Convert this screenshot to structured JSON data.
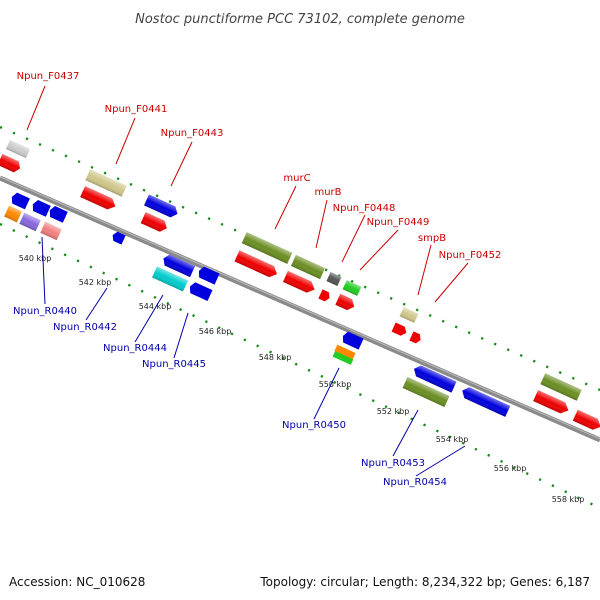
{
  "title": "Nostoc punctiforme PCC 73102, complete genome",
  "footer": {
    "accession": "Accession: NC_010628",
    "summary": "Topology: circular; Length: 8,234,322 bp; Genes: 6,187"
  },
  "scale": {
    "kbp_labels": [
      "540 kbp",
      "542 kbp",
      "544 kbp",
      "546 kbp",
      "548 kbp",
      "550 kbp",
      "552 kbp",
      "554 kbp",
      "556 kbp",
      "558 kbp"
    ]
  },
  "gene_labels": {
    "forward": [
      "Npun_F0437",
      "Npun_F0441",
      "Npun_F0443",
      "murC",
      "murB",
      "Npun_F0448",
      "Npun_F0449",
      "smpB",
      "Npun_F0452"
    ],
    "reverse": [
      "Npun_R0440",
      "Npun_R0442",
      "Npun_R0444",
      "Npun_R0445",
      "Npun_R0450",
      "Npun_R0453",
      "Npun_R0454"
    ]
  },
  "colors": {
    "backbone": "#8a8a8a",
    "forward_label": "#cc0000",
    "reverse_label": "#0000aa",
    "tick": "#1a8a1a",
    "gene_red": "#ee0000",
    "gene_blue": "#0000dd",
    "gene_olive": "#6b8e23",
    "gene_khaki": "#cfc78a",
    "gene_gray": "#cccccc",
    "gene_cyan": "#00cccc",
    "gene_orange": "#ff8800",
    "gene_green": "#22cc22",
    "gene_purple": "#8866dd",
    "gene_pink": "#f08080",
    "gene_darkgray": "#555555"
  }
}
